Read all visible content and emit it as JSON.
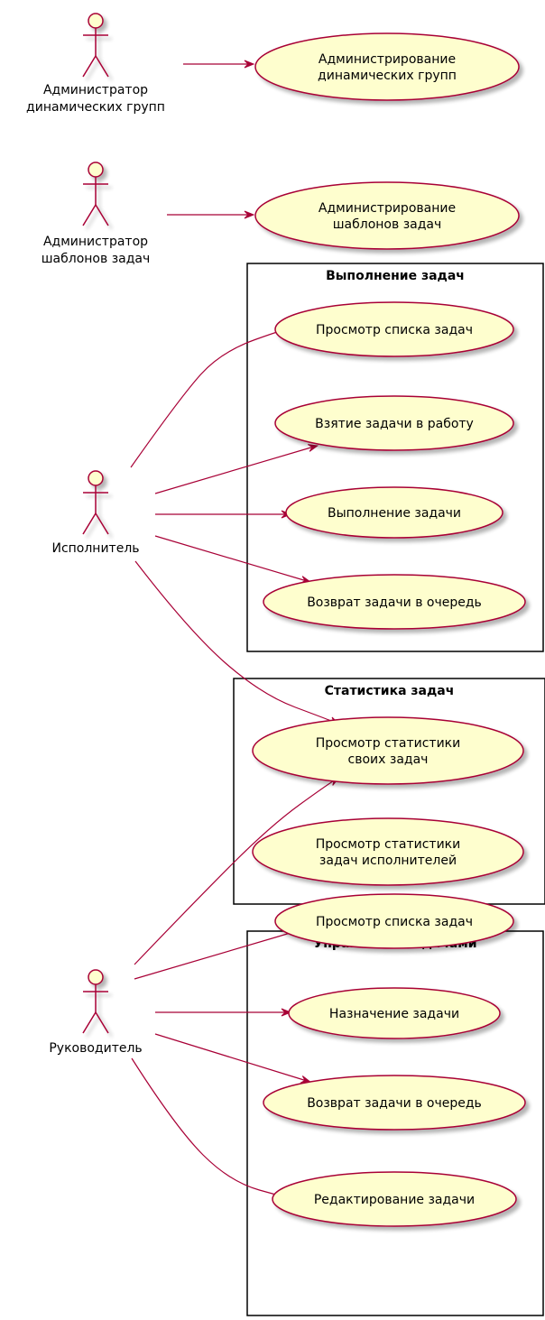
{
  "colors": {
    "actor_fill": "#FEFECE",
    "actor_stroke": "#A80036",
    "usecase_fill": "#FEFECE",
    "usecase_stroke": "#A80036",
    "arrow": "#A80036",
    "package_stroke": "#000000",
    "text": "#000000"
  },
  "actors": [
    {
      "id": "dyn_admin",
      "label_lines": [
        "Администратор",
        "динамических групп"
      ]
    },
    {
      "id": "tmpl_admin",
      "label_lines": [
        "Администратор",
        "шаблонов задач"
      ]
    },
    {
      "id": "executor",
      "label_lines": [
        "Исполнитель"
      ]
    },
    {
      "id": "manager",
      "label_lines": [
        "Руководитель"
      ]
    }
  ],
  "packages": [
    {
      "id": "exec_pkg",
      "title": "Выполнение задач"
    },
    {
      "id": "stats_pkg",
      "title": "Статистика задач"
    },
    {
      "id": "mgmt_pkg",
      "title": "Управление задачами"
    }
  ],
  "usecases": [
    {
      "id": "uc_dyn",
      "label_lines": [
        "Администрирование",
        "динамических групп"
      ]
    },
    {
      "id": "uc_tmpl",
      "label_lines": [
        "Администрирование",
        "шаблонов задач"
      ]
    },
    {
      "id": "uc_view_list_exec",
      "label_lines": [
        "Просмотр списка задач"
      ]
    },
    {
      "id": "uc_take",
      "label_lines": [
        "Взятие задачи в работу"
      ]
    },
    {
      "id": "uc_do",
      "label_lines": [
        "Выполнение задачи"
      ]
    },
    {
      "id": "uc_return_exec",
      "label_lines": [
        "Возврат задачи в очередь"
      ]
    },
    {
      "id": "uc_stats_own",
      "label_lines": [
        "Просмотр статистики",
        "своих задач"
      ]
    },
    {
      "id": "uc_stats_exec",
      "label_lines": [
        "Просмотр статистики",
        "задач исполнителей"
      ]
    },
    {
      "id": "uc_view_list_mgr",
      "label_lines": [
        "Просмотр списка задач"
      ]
    },
    {
      "id": "uc_assign",
      "label_lines": [
        "Назначение задачи"
      ]
    },
    {
      "id": "uc_return_mgr",
      "label_lines": [
        "Возврат задачи в очередь"
      ]
    },
    {
      "id": "uc_edit",
      "label_lines": [
        "Редактирование задачи"
      ]
    }
  ],
  "associations": [
    {
      "from": "dyn_admin",
      "to": "uc_dyn"
    },
    {
      "from": "tmpl_admin",
      "to": "uc_tmpl"
    },
    {
      "from": "executor",
      "to": "uc_view_list_exec"
    },
    {
      "from": "executor",
      "to": "uc_take"
    },
    {
      "from": "executor",
      "to": "uc_do"
    },
    {
      "from": "executor",
      "to": "uc_return_exec"
    },
    {
      "from": "executor",
      "to": "uc_stats_own"
    },
    {
      "from": "manager",
      "to": "uc_stats_exec"
    },
    {
      "from": "manager",
      "to": "uc_view_list_mgr"
    },
    {
      "from": "manager",
      "to": "uc_assign"
    },
    {
      "from": "manager",
      "to": "uc_return_mgr"
    },
    {
      "from": "manager",
      "to": "uc_edit"
    }
  ]
}
